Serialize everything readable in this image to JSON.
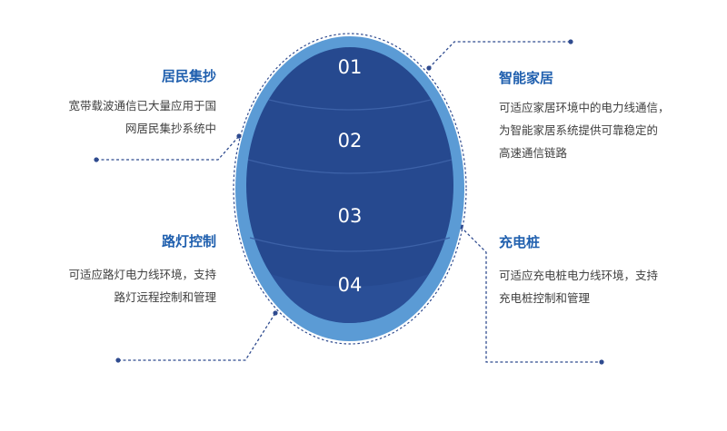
{
  "colors": {
    "outer_ring": "#5b9bd5",
    "inner_fill": "#26498f",
    "connector": "#2f4b8f",
    "title": "#1f5fae"
  },
  "segments": [
    "01",
    "02",
    "03",
    "04"
  ],
  "items": {
    "top_left": {
      "title": "居民集抄",
      "lines": [
        "宽带载波通信已大量应用于国",
        "网居民集抄系统中"
      ]
    },
    "top_right": {
      "title": "智能家居",
      "lines": [
        "可适应家居环境中的电力线通信，",
        "为智能家居系统提供可靠稳定的",
        "高速通信链路"
      ]
    },
    "bottom_left": {
      "title": "路灯控制",
      "lines": [
        "可适应路灯电力线环境，支持",
        "路灯远程控制和管理"
      ]
    },
    "bottom_right": {
      "title": "充电桩",
      "lines": [
        "可适应充电桩电力线环境，支持",
        "充电桩控制和管理"
      ]
    }
  }
}
